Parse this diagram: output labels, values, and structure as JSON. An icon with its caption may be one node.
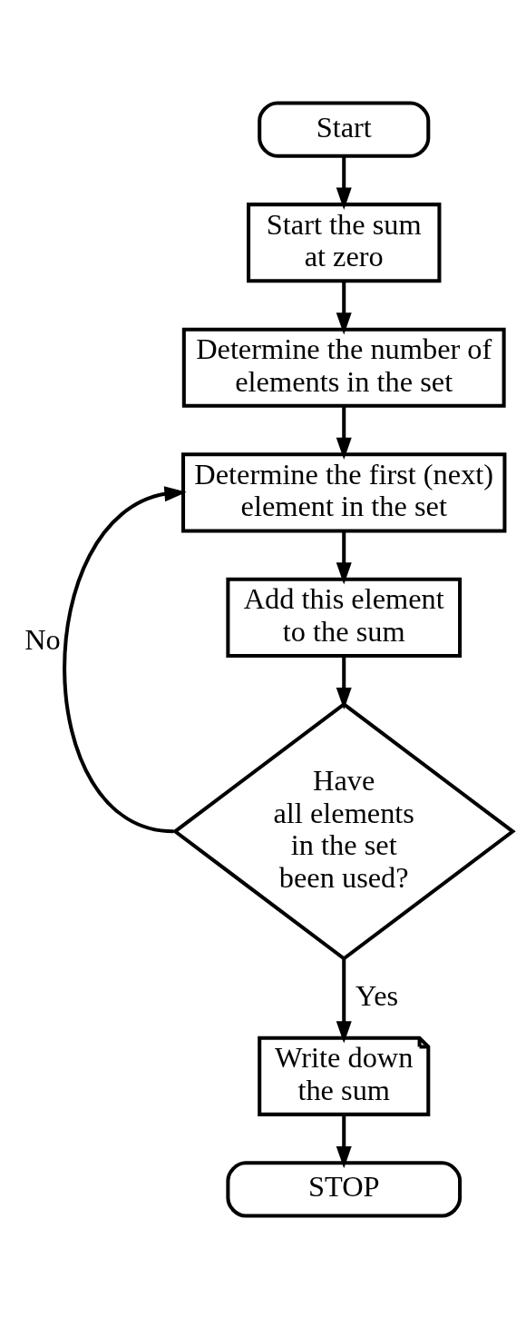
{
  "diagram": {
    "nodes": [
      {
        "text": [
          "Start"
        ]
      },
      {
        "text": [
          "Start the sum at zero"
        ]
      },
      {
        "text": [
          "Determine the number of elements in the set"
        ]
      },
      {
        "text": [
          "Determine the first (next) element in the set"
        ]
      },
      {
        "text": [
          "Add this element to the sum"
        ]
      },
      {
        "text": [
          "Have all elements in the set been used?"
        ]
      },
      {
        "text": [
          "Write down the sum"
        ]
      },
      {
        "text": [
          "STOP"
        ]
      }
    ],
    "edges": [
      {
        "from": 0,
        "to": 1,
        "arrow": "to"
      },
      {
        "from": 1,
        "to": 2,
        "arrow": "to"
      },
      {
        "from": 2,
        "to": 3,
        "arrow": "to"
      },
      {
        "from": 3,
        "to": 4,
        "arrow": "to"
      },
      {
        "from": 4,
        "to": 5,
        "arrow": "to"
      },
      {
        "from": 5,
        "to": 3,
        "arrow": "to",
        "label": "No"
      },
      {
        "from": 5,
        "to": 6,
        "arrow": "to",
        "label": "Yes"
      },
      {
        "from": 6,
        "to": 7,
        "arrow": "to"
      }
    ]
  }
}
